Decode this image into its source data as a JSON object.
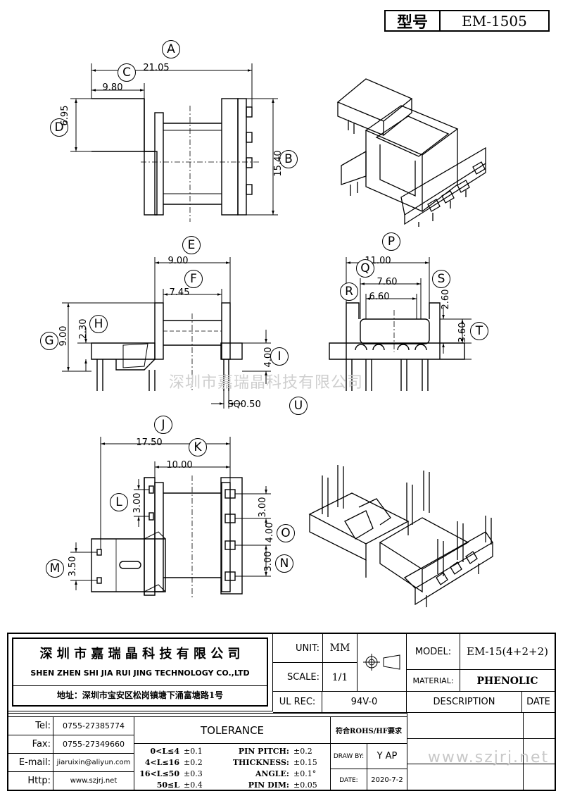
{
  "header": {
    "model_label": "型号",
    "model_value": "EM-1505"
  },
  "dims": {
    "A": {
      "letter": "A",
      "value": "21.05"
    },
    "C": {
      "letter": "C",
      "value": "9.80"
    },
    "D": {
      "letter": "D",
      "value": "6.95"
    },
    "B": {
      "letter": "B",
      "value": "15.40"
    },
    "E": {
      "letter": "E",
      "value": "9.00"
    },
    "F": {
      "letter": "F",
      "value": "7.45"
    },
    "H": {
      "letter": "H",
      "value": "2.30"
    },
    "G": {
      "letter": "G",
      "value": "9.00"
    },
    "I": {
      "letter": "I",
      "value": "4.00"
    },
    "U": {
      "letter": "U",
      "value": "SQ0.50"
    },
    "P": {
      "letter": "P",
      "value": "11.00"
    },
    "Q": {
      "letter": "Q",
      "value": "7.60"
    },
    "R": {
      "letter": "R",
      "value": "6.60"
    },
    "S": {
      "letter": "S",
      "value": "2.60"
    },
    "T": {
      "letter": "T",
      "value": "3.60"
    },
    "J": {
      "letter": "J",
      "value": "17.50"
    },
    "K": {
      "letter": "K",
      "value": "10.00"
    },
    "L": {
      "letter": "L",
      "value": "3.00"
    },
    "M": {
      "letter": "M",
      "value": "3.50"
    },
    "O": {
      "letter": "O",
      "value": "4.00"
    },
    "N": {
      "letter": "N",
      "value": "3.00"
    },
    "top_right_pitch": "3.00"
  },
  "watermark": "深圳市嘉瑞晶科技有限公司",
  "title_block": {
    "company_cn": "深 圳 市 嘉 瑞 晶 科 技 有 限 公 司",
    "company_en": "SHEN ZHEN SHI  JIA RUI JING  TECHNOLOGY CO.,LTD",
    "address": "地址：深圳市宝安区松岗镇塘下涌富塘路1号",
    "unit_label": "UNIT:",
    "unit_value": "MM",
    "scale_label": "SCALE:",
    "scale_value": "1/1",
    "ul_label": "UL REC:",
    "ul_value": "94V-0",
    "model_label": "MODEL:",
    "model_value": "EM-15(4+2+2)",
    "material_label": "MATERIAL:",
    "material_value": "PHENOLIC",
    "description_label": "DESCRIPTION",
    "date_header": "DATE",
    "tel_label": "Tel:",
    "tel_value": "0755-27385774",
    "fax_label": "Fax:",
    "fax_value": "0755-27349660",
    "email_label": "E-mail:",
    "email_value": "jiaruixin@aliyun.com",
    "http_label": "Http:",
    "http_value": "www.szjrj.net",
    "tolerance_title": "TOLERANCE",
    "rohs": "符合ROHS/HF要求",
    "tolerances": [
      {
        "range": "0<L≤4",
        "tol": "±0.1"
      },
      {
        "range": "4<L≤16",
        "tol": "±0.2"
      },
      {
        "range": "16<L≤50",
        "tol": "±0.3"
      },
      {
        "range": "50≤L",
        "tol": "±0.4"
      }
    ],
    "specs": [
      {
        "name": "PIN PITCH:",
        "tol": "±0.2"
      },
      {
        "name": "THICKNESS:",
        "tol": "±0.15"
      },
      {
        "name": "ANGLE:",
        "tol": "±0.1°"
      },
      {
        "name": "PIN DIM:",
        "tol": "±0.05"
      }
    ],
    "draw_by_label": "DRAW BY:",
    "draw_by_value": "Y AP",
    "date_label": "DATE:",
    "date_value": "2020-7-2",
    "website_watermark": "www.szjrj.net"
  }
}
